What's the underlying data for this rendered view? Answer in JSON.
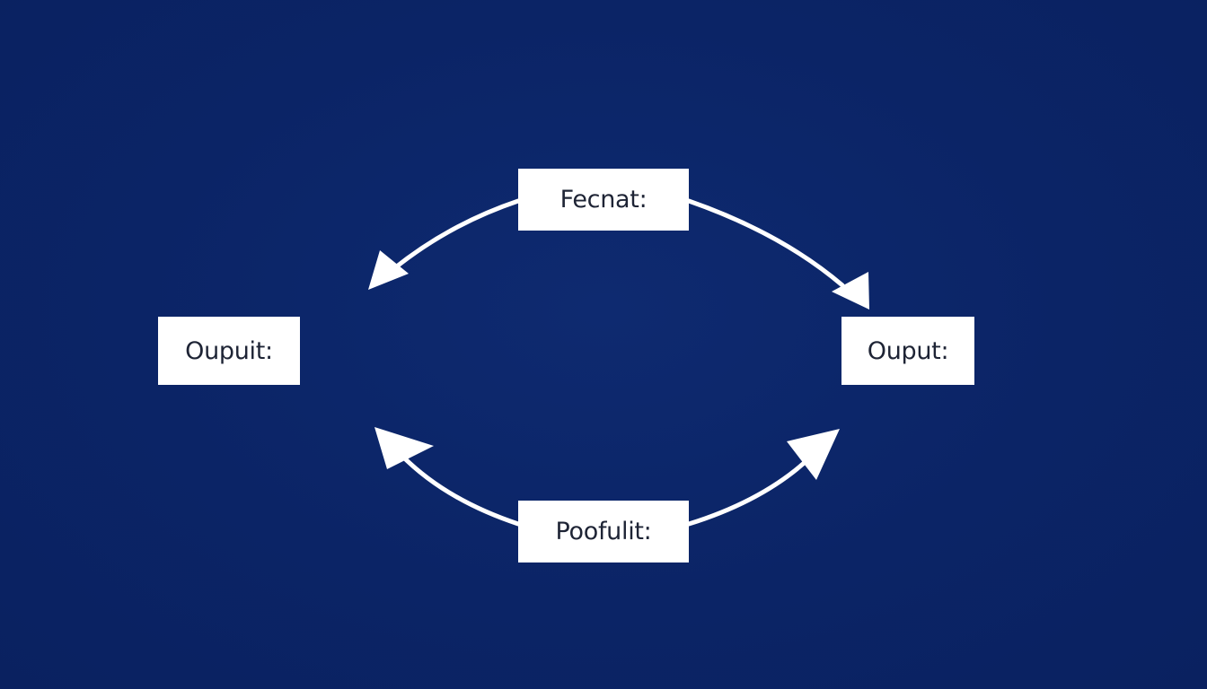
{
  "diagram": {
    "nodes": {
      "top": "Fecnat:",
      "bottom": "Poofulit:",
      "left": "Oupuit:",
      "right": "Ouput:"
    },
    "edges": [
      {
        "from": "top",
        "to": "left"
      },
      {
        "from": "top",
        "to": "right"
      },
      {
        "from": "bottom",
        "to": "left"
      },
      {
        "from": "bottom",
        "to": "right"
      }
    ],
    "colors": {
      "background": "#0b2466",
      "node_fill": "#ffffff",
      "node_text": "#1e2435",
      "arrow": "#ffffff"
    }
  }
}
